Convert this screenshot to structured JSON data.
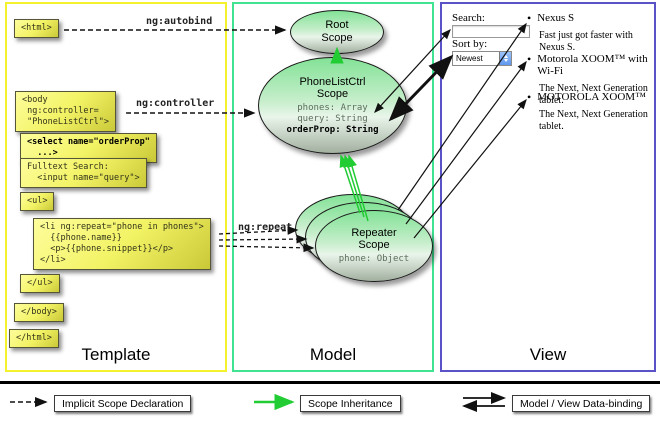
{
  "columns": {
    "template": {
      "label": "Template"
    },
    "model": {
      "label": "Model"
    },
    "view": {
      "label": "View"
    }
  },
  "template_boxes": {
    "html_open": "<html>",
    "body_open": "<body\n ng:controller=\n \"PhoneListCtrl\">",
    "select_box": "<select name=\"orderProp\"\n  ...>",
    "fulltext_box": "Fulltext Search:\n  <input name=\"query\">",
    "ul_open": "<ul>",
    "li_box": "<li ng:repeat=\"phone in phones\">\n  {{phone.name}}\n  <p>{{phone.snippet}}</p>\n</li>",
    "ul_close": "</ul>",
    "body_close": "</body>",
    "html_close": "</html>"
  },
  "edge_labels": {
    "autobind": "ng:autobind",
    "controller": "ng:controller",
    "repeat": "ng:repeat"
  },
  "model": {
    "root_scope_title": "Root\nScope",
    "phonelist_title": "PhoneListCtrl\nScope",
    "phonelist_props": "phones: Array\nquery: String",
    "phonelist_prop_bold": "orderProp: String",
    "repeater_title": "Repeater\nScope",
    "repeater_prop": "phone: Object"
  },
  "view": {
    "search_label": "Search:",
    "search_value": "",
    "sort_label": "Sort by:",
    "sort_value": "Newest",
    "bullet": "•",
    "items": [
      {
        "title": "Nexus S",
        "desc": "Fast just got faster with Nexus S."
      },
      {
        "title": "Motorola XOOM™ with Wi-Fi",
        "desc": "The Next, Next Generation tablet."
      },
      {
        "title": "MOTOROLA XOOM™",
        "desc": "The Next, Next Generation tablet."
      }
    ]
  },
  "legend": {
    "implicit": "Implicit Scope Declaration",
    "inheritance": "Scope Inheritance",
    "binding": "Model / View Data-binding"
  },
  "colors": {
    "template_border": "#f4f22c",
    "model_border": "#3fe391",
    "view_border": "#5a53c8",
    "scope_fill_top": "#83e297",
    "code_box_fill": "#f3f366",
    "green_arrow": "#22cc33",
    "arrow_black": "#111111"
  }
}
